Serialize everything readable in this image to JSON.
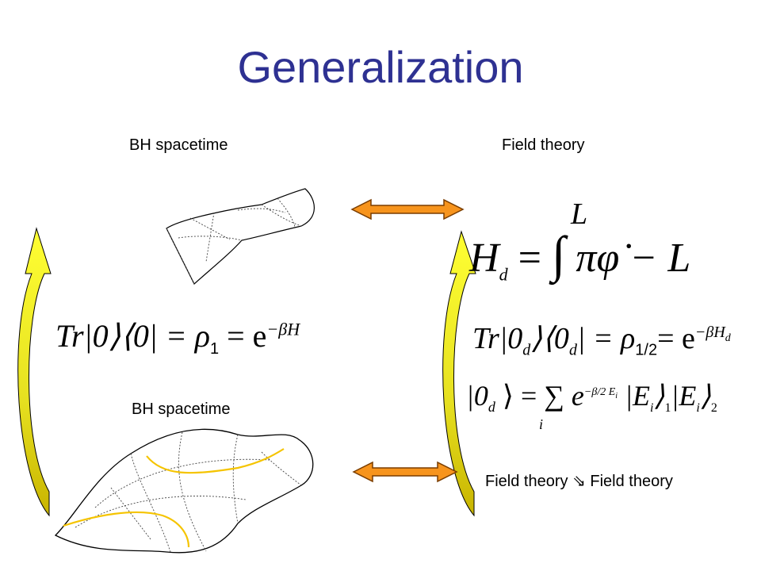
{
  "slide": {
    "title": "Generalization",
    "label_bh_top": "BH spacetime",
    "label_field_top": "Field theory",
    "label_bh_bottom": "BH spacetime",
    "label_field_bottom_left": "Field theory",
    "label_field_bottom_arrow": "⇘",
    "label_field_bottom_right": "Field theory",
    "eq_hd_H": "H",
    "eq_hd_d": "d",
    "eq_hd_eq": "=",
    "eq_hd_int": "∫",
    "eq_hd_upper": "L",
    "eq_hd_body": "πφ̇ − L",
    "eq_tr_left": "Tr|0⟩⟨0| = ρ",
    "eq_tr_left_sub": "1",
    "eq_tr_left_rhs": "= e",
    "eq_tr_left_exp": "−βH",
    "eq_tr_right": "Tr|0",
    "eq_tr_right_sub1": "d",
    "eq_tr_right_mid": "⟩⟨0",
    "eq_tr_right_sub2": "d",
    "eq_tr_right_rho": "| = ρ",
    "eq_tr_right_rho_sub": "1/2",
    "eq_tr_right_rhs": "= e",
    "eq_tr_right_exp": "−βH",
    "eq_tr_right_exp_sub": "d",
    "eq_state_lhs": "|0",
    "eq_state_lhs_sub": "d",
    "eq_state_eq": "⟩ = ∑",
    "eq_state_i": "i",
    "eq_state_e": "e",
    "eq_state_exp": "−",
    "eq_state_beta": "β",
    "eq_state_two": "2",
    "eq_state_Ei": "E",
    "eq_state_Ei_sub": "i",
    "eq_state_ket1": "|E",
    "eq_state_ket1_i": "i",
    "eq_state_ket1_sub": "1",
    "eq_state_ket2": "|E",
    "eq_state_ket2_i": "i",
    "eq_state_ket2_sub": "2"
  },
  "colors": {
    "title": "#2e3192",
    "arrow_fill": "#f7941d",
    "curved_arrow_top": "#ffff33",
    "curved_arrow_bottom": "#c8b400",
    "geodesic": "#f5c400"
  }
}
